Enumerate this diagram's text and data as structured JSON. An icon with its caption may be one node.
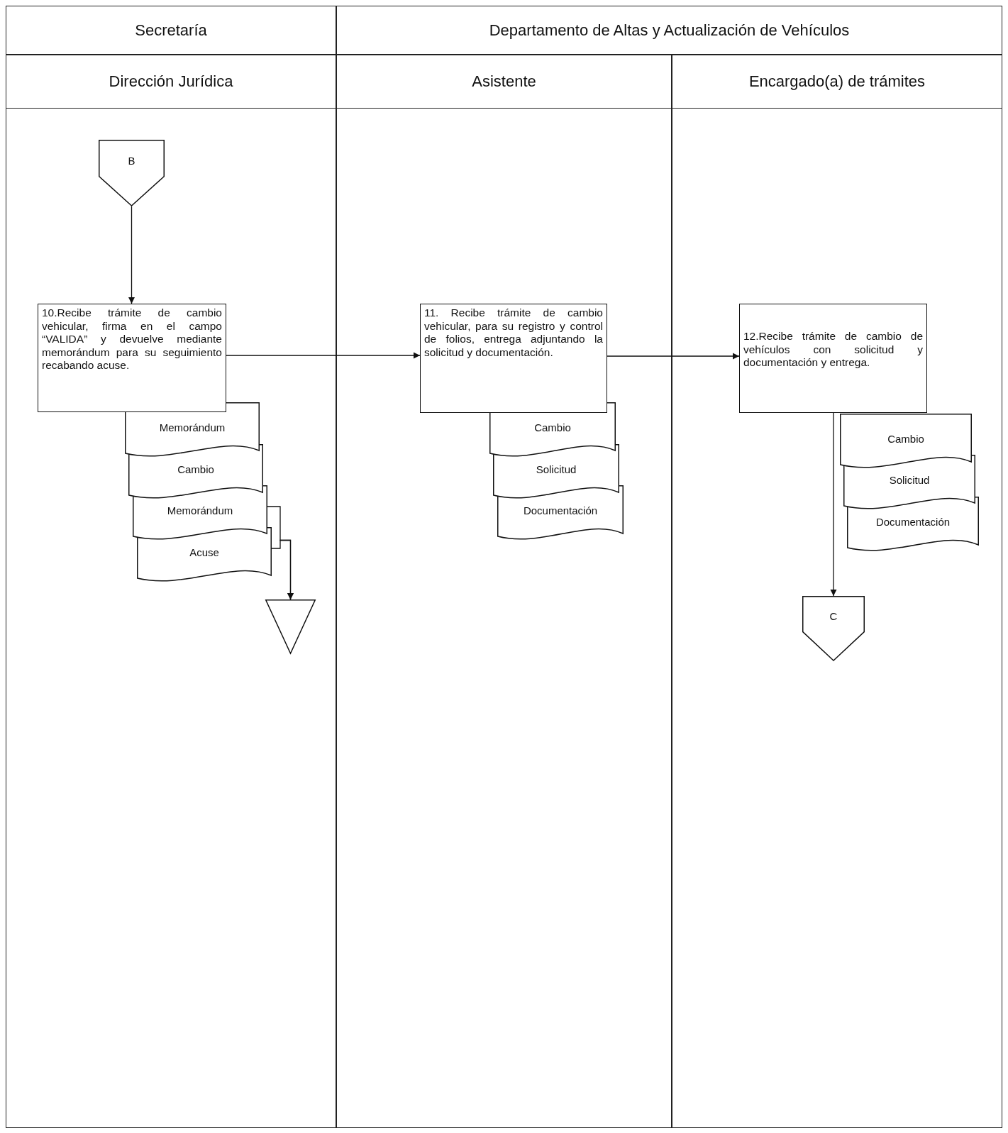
{
  "diagram": {
    "nodes": [
      {
        "text": [
          "Secretaría"
        ]
      },
      {
        "text": [
          "Departamento de Altas y Actualización de Vehículos"
        ]
      },
      {
        "text": [
          "Dirección Jurídica"
        ]
      },
      {
        "text": [
          "Asistente"
        ]
      },
      {
        "text": [
          "Encargado(a) de trámites"
        ]
      },
      {
        "text": [
          "B"
        ]
      },
      {
        "text": [
          "10.Recibe trámite de cambio vehicular, firma en el campo “VALIDA” y devuelve mediante memorándum para su seguimiento recabando acuse."
        ]
      },
      {
        "text": [
          "Memorándum"
        ]
      },
      {
        "text": [
          "Cambio"
        ]
      },
      {
        "text": [
          "Memorándum"
        ]
      },
      {
        "text": [
          "Acuse"
        ]
      },
      {
        "text": [],
        "shape": "triangle"
      },
      {
        "text": [
          "11. Recibe trámite de cambio vehicular, para su registro y control de folios, entrega adjuntando la solicitud y documentación."
        ]
      },
      {
        "text": [
          "Cambio"
        ]
      },
      {
        "text": [
          "Solicitud"
        ]
      },
      {
        "text": [
          "Documentación"
        ]
      },
      {
        "text": [
          "12.Recibe trámite de cambio de vehículos con solicitud y documentación y entrega."
        ]
      },
      {
        "text": [
          "Cambio"
        ]
      },
      {
        "text": [
          "Solicitud"
        ]
      },
      {
        "text": [
          "Documentación"
        ]
      },
      {
        "text": [
          "C"
        ]
      }
    ],
    "edges": [
      {
        "from": 5,
        "to": 6,
        "arrow": "to"
      },
      {
        "from": 6,
        "to": 12,
        "arrow": "to"
      },
      {
        "from": 12,
        "to": 16,
        "arrow": "to"
      },
      {
        "from": 16,
        "to": 20,
        "arrow": "to"
      },
      {
        "from": 9,
        "to": 11,
        "arrow": "to"
      },
      {
        "from": 10,
        "to": 11,
        "arrow": "to"
      }
    ]
  }
}
